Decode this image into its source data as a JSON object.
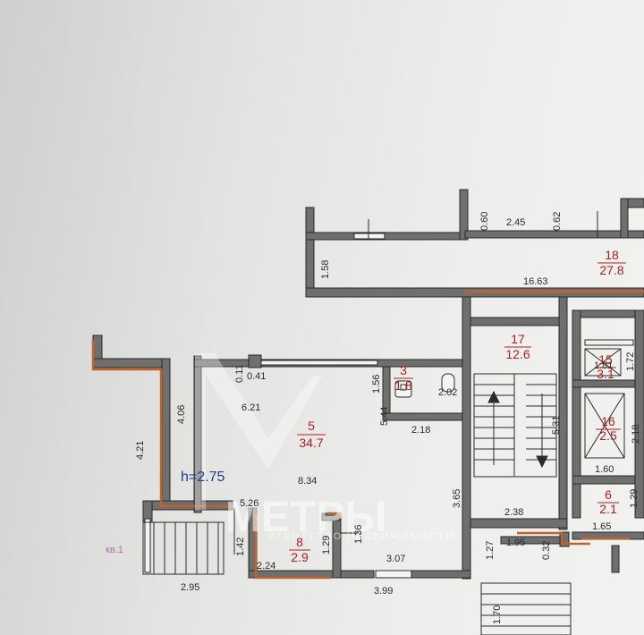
{
  "apartment": {
    "label": "кв.1",
    "ceiling_height": "h=2.75"
  },
  "rooms": [
    {
      "number": "5",
      "area": "34.7"
    },
    {
      "number": "3",
      "area": "1.8"
    },
    {
      "number": "8",
      "area": "2.9"
    },
    {
      "number": "17",
      "area": "12.6"
    },
    {
      "number": "18",
      "area": "27.8"
    },
    {
      "number": "15",
      "area": "3.1"
    },
    {
      "number": "16",
      "area": "2.5"
    },
    {
      "number": "6",
      "area": "2.1"
    }
  ],
  "dimensions": [
    "0.60",
    "2.45",
    "0.62",
    "1.58",
    "16.63",
    "1.72",
    "0.11",
    "0.41",
    "1.56",
    "2.02",
    "6.21",
    "2.18",
    "4.06",
    "4.21",
    "5.44",
    "5.31",
    "1.81",
    "2.18",
    "8.34",
    "1.60",
    "3.65",
    "5.26",
    "2.38",
    "1.29",
    "1.65",
    "1.36",
    "1.42",
    "1.29",
    "1.27",
    "1.95",
    "0.32",
    "2.24",
    "3.07",
    "2.95",
    "3.99",
    "1.70"
  ],
  "watermark": {
    "brand": "МЕТРЫ",
    "tagline": "АГЕНТСТВО НЕДВИЖИМОСТИ"
  },
  "colors": {
    "wall": "#6f6f6f",
    "wall_outline": "#2a2a2a",
    "accent_wall": "#c0642a",
    "room_label": "#b02020",
    "height_label": "#1f3f8f"
  }
}
